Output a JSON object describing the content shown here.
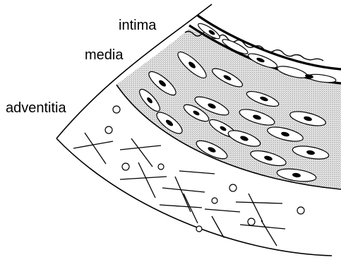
{
  "labels": {
    "intima": "intima",
    "media": "media",
    "adventitia": "adventitia"
  },
  "colors": {
    "ink": "#000000",
    "background": "#ffffff",
    "media_stipple": "#d2d2d2"
  }
}
